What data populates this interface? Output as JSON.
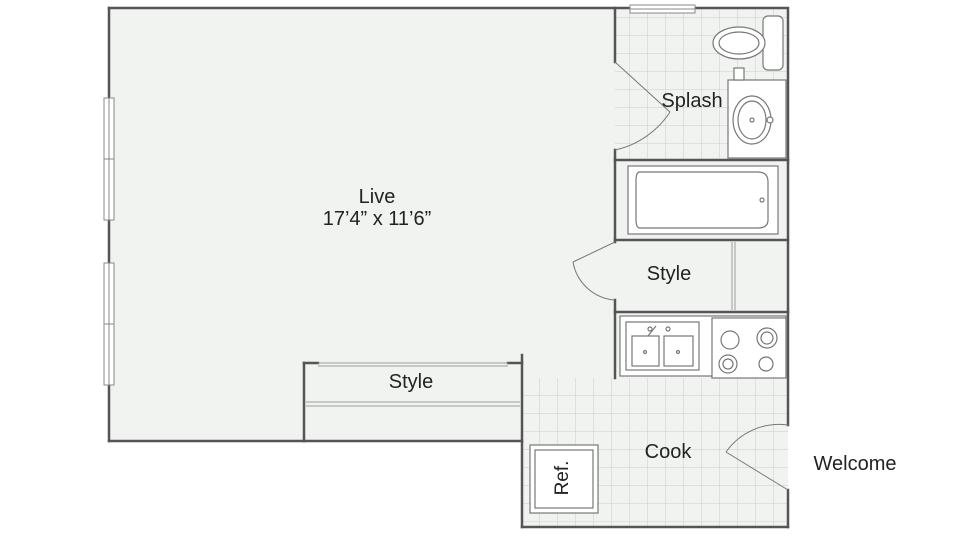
{
  "colors": {
    "wall": "#555555",
    "floor": "#f1f3f1",
    "tile_line": "#c9cec9",
    "fixture_line": "#777777",
    "text": "#222222"
  },
  "rooms": {
    "live": {
      "name": "Live",
      "dimensions": "17’4” x 11’6”"
    },
    "splash": {
      "name": "Splash"
    },
    "style_closet_right": {
      "name": "Style"
    },
    "style_closet_bottom": {
      "name": "Style"
    },
    "cook": {
      "name": "Cook"
    },
    "fridge": {
      "name": "Ref."
    },
    "entry": {
      "name": "Welcome"
    }
  },
  "icons": [
    "toilet-icon",
    "sink-icon",
    "bathtub-icon",
    "kitchen-sink-icon",
    "stove-icon",
    "refrigerator-icon",
    "door-swing-icon",
    "window-icon"
  ]
}
